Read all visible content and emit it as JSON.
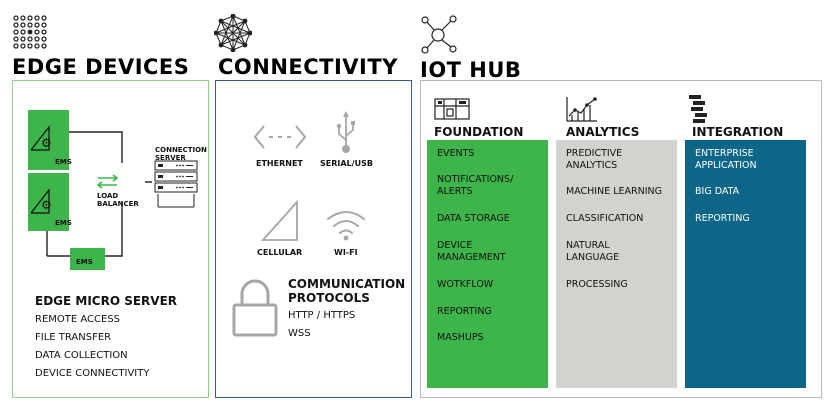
{
  "sections": {
    "edge_devices": {
      "title": "EDGE DEVICES"
    },
    "connectivity": {
      "title": "CONNECTIVITY"
    },
    "iot_hub": {
      "title": "IOT HUB"
    }
  },
  "edge": {
    "ems_label": "EMS",
    "load_balancer": "LOAD\nBALANCER",
    "connection_server": "CONNECTION\nSERVER",
    "micro_server_title": "EDGE MICRO SERVER",
    "features": [
      "REMOTE ACCESS",
      "FILE TRANSFER",
      "DATA COLLECTION",
      "DEVICE CONNECTIVITY"
    ]
  },
  "connectivity": {
    "ethernet": "ETHERNET",
    "serial_usb": "SERIAL/USB",
    "cellular": "CELLULAR",
    "wifi": "WI-FI",
    "protocols_title": "COMMUNICATION\nPROTOCOLS",
    "protocols": [
      "HTTP / HTTPS",
      "WSS"
    ]
  },
  "hub": {
    "columns": [
      {
        "title": "FOUNDATION",
        "color": "#3db54a",
        "text_color": "#111111",
        "items": [
          "EVENTS",
          "NOTIFICATIONS/\nALERTS",
          "DATA STORAGE",
          "DEVICE\nMANAGEMENT",
          "WOTKFLOW",
          "REPORTING",
          "MASHUPS"
        ]
      },
      {
        "title": "ANALYTICS",
        "color": "#d2d2cf",
        "text_color": "#111111",
        "items": [
          "PREDICTIVE\nANALYTICS",
          "MACHINE LEARNING",
          "CLASSIFICATION",
          "NATURAL\nLANGUAGE",
          "PROCESSING"
        ]
      },
      {
        "title": "INTEGRATION",
        "color": "#0d6688",
        "text_color": "#ffffff",
        "items": [
          "ENTERPRISE\nAPPLICATION",
          "BIG DATA",
          "REPORTING"
        ]
      }
    ]
  },
  "colors": {
    "green": "#3db54a",
    "green_border": "#8fd08a",
    "blue_border": "#2f5f86",
    "gray_border": "#b9b9b9",
    "icon_gray": "#a6a6a6"
  }
}
